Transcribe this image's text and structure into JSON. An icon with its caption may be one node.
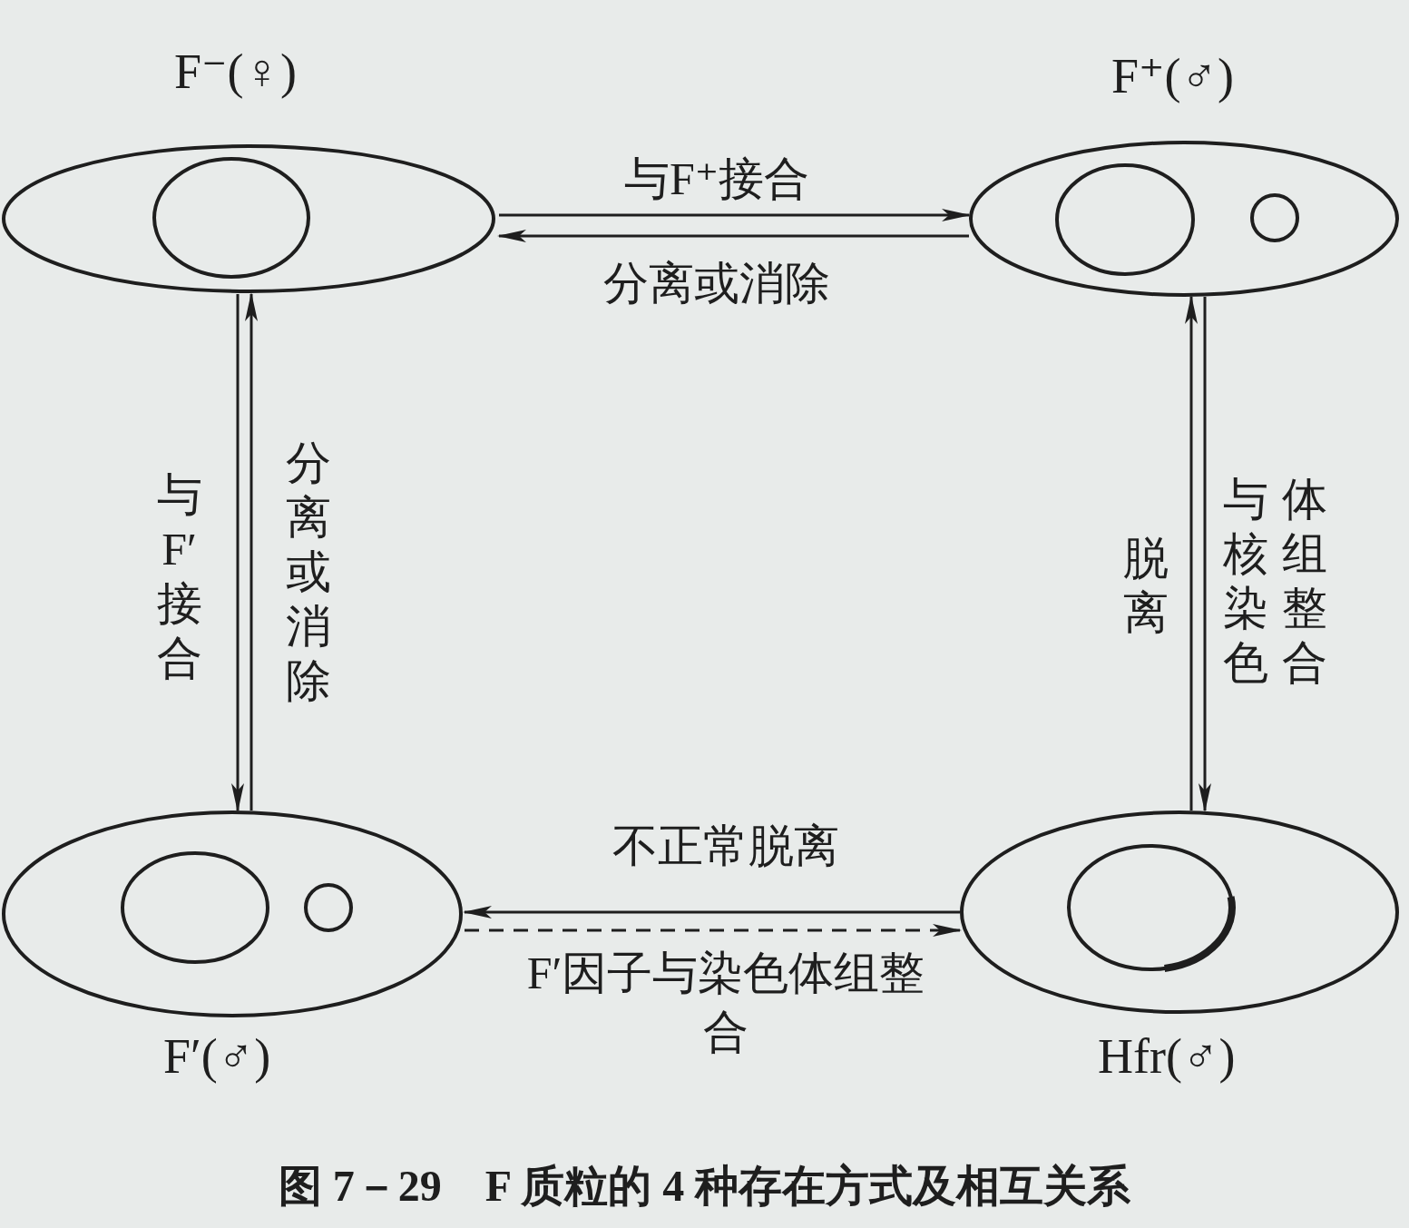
{
  "diagram": {
    "caption": "图 7－29　F 质粒的 4 种存在方式及相互关系",
    "nodes": [
      {
        "text": [
          "F⁻(♀)"
        ]
      },
      {
        "text": [
          "F⁺(♂)"
        ]
      },
      {
        "text": [
          "F′(♂)"
        ]
      },
      {
        "text": [
          "Hfr(♂)"
        ]
      }
    ],
    "edges": [
      {
        "from": 0,
        "to": 1,
        "arrow": "to",
        "label": "与F⁺接合"
      },
      {
        "from": 1,
        "to": 0,
        "arrow": "to",
        "label": "分离或消除"
      },
      {
        "from": 0,
        "to": 2,
        "arrow": "to",
        "label": "与F′接合"
      },
      {
        "from": 2,
        "to": 0,
        "arrow": "to",
        "label": "分离或消除"
      },
      {
        "from": 1,
        "to": 3,
        "arrow": "to",
        "label": "与核染色体组整合"
      },
      {
        "from": 3,
        "to": 1,
        "arrow": "to",
        "label": "脱离"
      },
      {
        "from": 3,
        "to": 2,
        "arrow": "to",
        "label": "不正常脱离"
      },
      {
        "from": 2,
        "to": 3,
        "arrow": "to",
        "label": "F′因子与染色体组整合",
        "style": "dashed"
      }
    ]
  }
}
